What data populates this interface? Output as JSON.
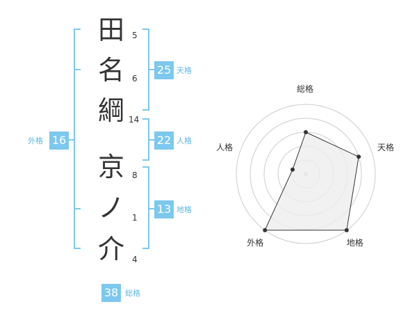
{
  "name_chars": [
    {
      "char": "田",
      "strokes": "5"
    },
    {
      "char": "名",
      "strokes": "6"
    },
    {
      "char": "綱",
      "strokes": "14"
    },
    {
      "char": "京",
      "strokes": "8"
    },
    {
      "char": "ノ",
      "strokes": "1"
    },
    {
      "char": "介",
      "strokes": "4"
    }
  ],
  "fortunes": {
    "tenkaku": {
      "value": "25",
      "label": "天格"
    },
    "jinkaku": {
      "value": "22",
      "label": "人格"
    },
    "chikaku": {
      "value": "13",
      "label": "地格"
    },
    "gaikaku": {
      "value": "16",
      "label": "外格"
    },
    "soukaku": {
      "value": "38",
      "label": "総格"
    }
  },
  "colors": {
    "bracket": "#7cc8ee",
    "badge_bg": "#7cc8ee",
    "badge_label": "#5fb7e4",
    "radar_fill": "#eeeeee",
    "ring": "#cccccc"
  },
  "chart_data": {
    "type": "radar",
    "axes": [
      "総格",
      "天格",
      "地格",
      "外格",
      "人格"
    ],
    "values": [
      3,
      4,
      5,
      5,
      1
    ],
    "rlim": [
      0,
      5
    ],
    "rings": 5
  }
}
